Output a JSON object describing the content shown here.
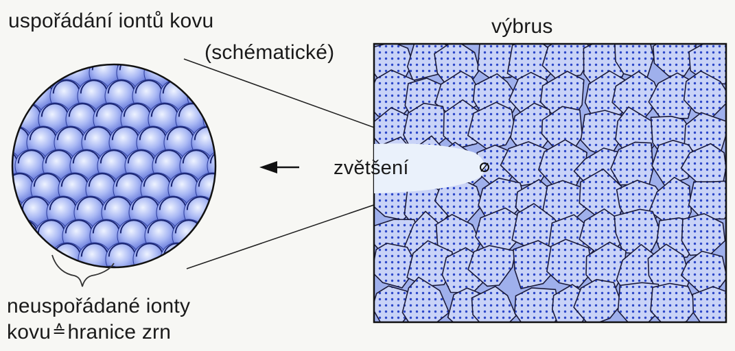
{
  "labels": {
    "title_left": "uspořádání iontů kovu",
    "title_left_sub": "(schématické)",
    "title_right": "výbrus",
    "zoom": "zvětšení",
    "bottom_line1": "neuspořádané ionty",
    "bottom_line2_a": "kovu",
    "bottom_line2_symbol": "≙",
    "bottom_line2_b": "hranice zrn"
  },
  "colors": {
    "sphere_fill": "#7f93ee",
    "sphere_light": "#e4ecff",
    "sphere_dark": "#3a4fbf",
    "grain_fill": "#bdc9f5",
    "grain_dot": "#2c47c9",
    "outline": "#1a1a3a",
    "zoom_highlight": "#eaf1fb"
  }
}
